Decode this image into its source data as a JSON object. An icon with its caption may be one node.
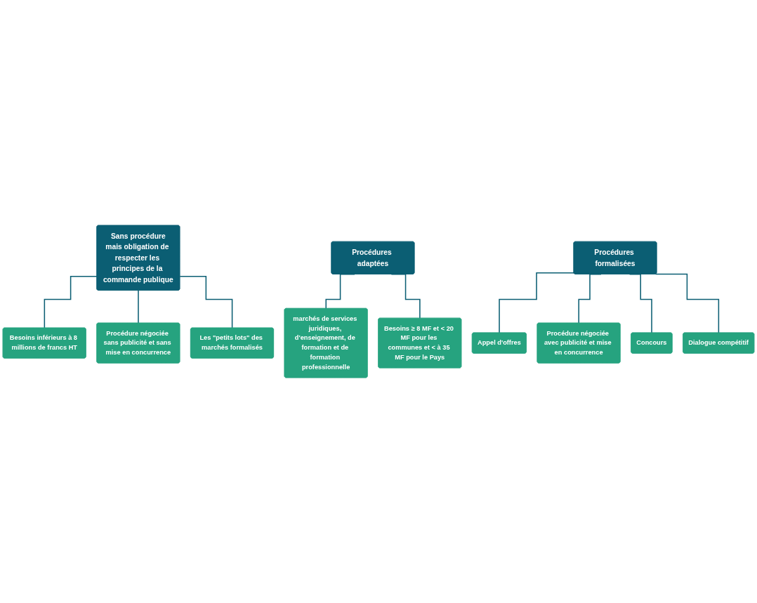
{
  "diagram": {
    "nodes": [
      {
        "text": [
          "Sans procédure",
          "mais obligation de respecter les principes de la commande publique"
        ]
      },
      {
        "text": [
          "Besoins inférieurs à 8 millions de francs HT"
        ]
      },
      {
        "text": [
          "Procédure négociée sans publicité et sans mise en concurrence"
        ]
      },
      {
        "text": [
          "Les \"petits lots\" des marchés formalisés"
        ]
      },
      {
        "text": [
          "Procédures adaptées"
        ]
      },
      {
        "text": [
          "marchés de services juridiques, d'enseignement, de formation et de formation professionnelle"
        ]
      },
      {
        "text": [
          "Besoins ≥ 8 MF et < 20 MF pour les communes et < à 35 MF pour le Pays"
        ]
      },
      {
        "text": [
          "Procédures formalisées"
        ]
      },
      {
        "text": [
          "Appel d'offres"
        ]
      },
      {
        "text": [
          "Procédure négociée avec publicité et mise en concurrence"
        ]
      },
      {
        "text": [
          "Concours"
        ]
      },
      {
        "text": [
          "Dialogue compétitif"
        ]
      }
    ],
    "edges": [
      {
        "from": 0,
        "to": 1,
        "arrow": "none"
      },
      {
        "from": 0,
        "to": 2,
        "arrow": "none"
      },
      {
        "from": 0,
        "to": 3,
        "arrow": "none"
      },
      {
        "from": 4,
        "to": 5,
        "arrow": "none"
      },
      {
        "from": 4,
        "to": 6,
        "arrow": "none"
      },
      {
        "from": 7,
        "to": 8,
        "arrow": "none"
      },
      {
        "from": 7,
        "to": 9,
        "arrow": "none"
      },
      {
        "from": 7,
        "to": 10,
        "arrow": "none"
      },
      {
        "from": 7,
        "to": 11,
        "arrow": "none"
      }
    ]
  }
}
